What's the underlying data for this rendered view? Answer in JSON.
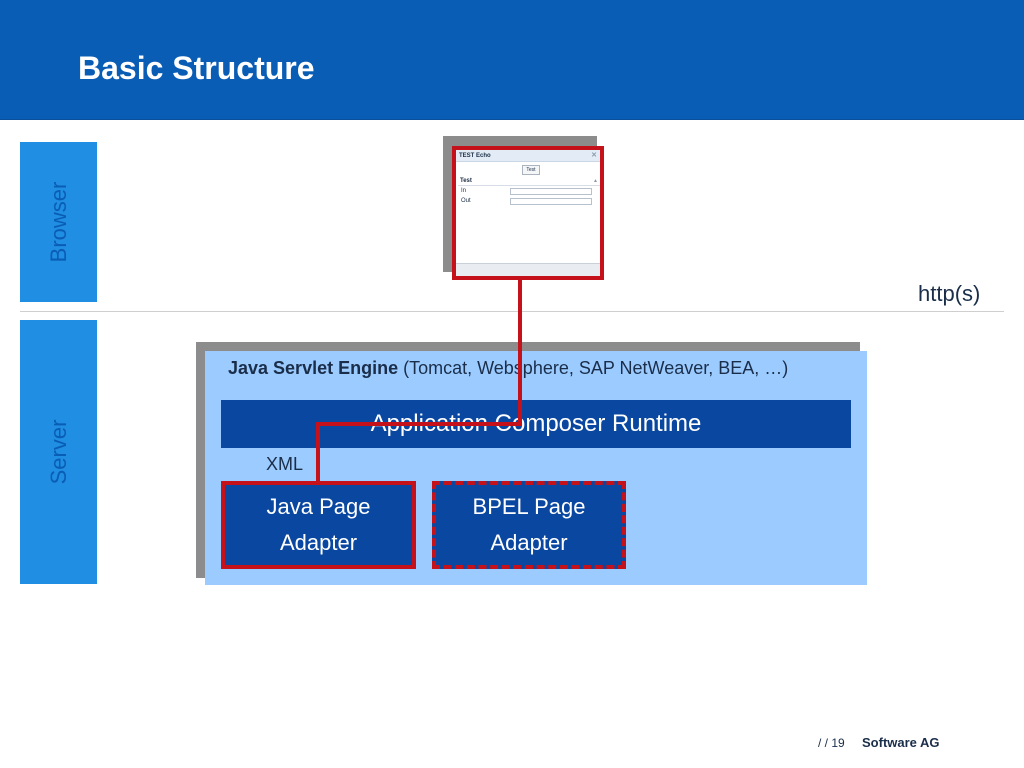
{
  "slide": {
    "title": "Basic Structure"
  },
  "layers": {
    "browser_label": "Browser",
    "server_label": "Server",
    "protocol_label": "http(s)"
  },
  "engine": {
    "title_bold": "Java Servlet Engine",
    "title_rest": "(Tomcat, Websphere, SAP NetWeaver, BEA, …)",
    "runtime_label": "Application Composer Runtime",
    "xml_label": "XML",
    "java_adapter": {
      "line1": "Java Page",
      "line2": "Adapter"
    },
    "bpel_adapter": {
      "line1": "BPEL Page",
      "line2": "Adapter"
    }
  },
  "browser_window": {
    "title": "TEST Echo",
    "button": "Test",
    "section": "Test",
    "rows": [
      "In",
      "Out"
    ]
  },
  "footer": {
    "page": "/  / 19",
    "company": "Software AG"
  },
  "colors": {
    "header_blue": "#0a5db4",
    "side_blue": "#1f8ee3",
    "engine_light_blue": "#9ccbff",
    "dark_blue": "#0a47a0",
    "highlight_red": "#c4111a"
  }
}
